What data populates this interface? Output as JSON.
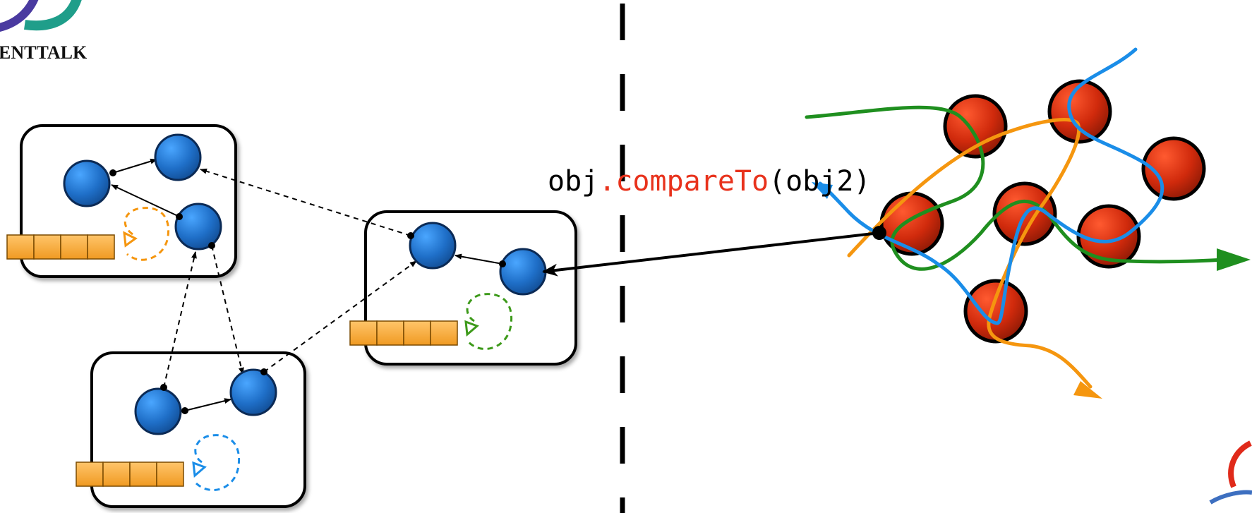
{
  "logo": {
    "text": "ENTTALK",
    "colors": {
      "teal": "#1f9e8a",
      "purple": "#4a3aa0"
    }
  },
  "code": {
    "obj": "obj",
    "method": ".compareTo",
    "arg": "(obj2)"
  },
  "colors": {
    "blue_node": "#2a7fd0",
    "red_node": "#d92a10",
    "queue": "#f4a63a",
    "orange": "#f5960f",
    "green": "#1f8f1f",
    "blue_curve": "#1a8de8",
    "method_text": "#e8321c",
    "black": "#000000"
  },
  "icons": [
    "logo-mark",
    "java-logo-fragment"
  ]
}
